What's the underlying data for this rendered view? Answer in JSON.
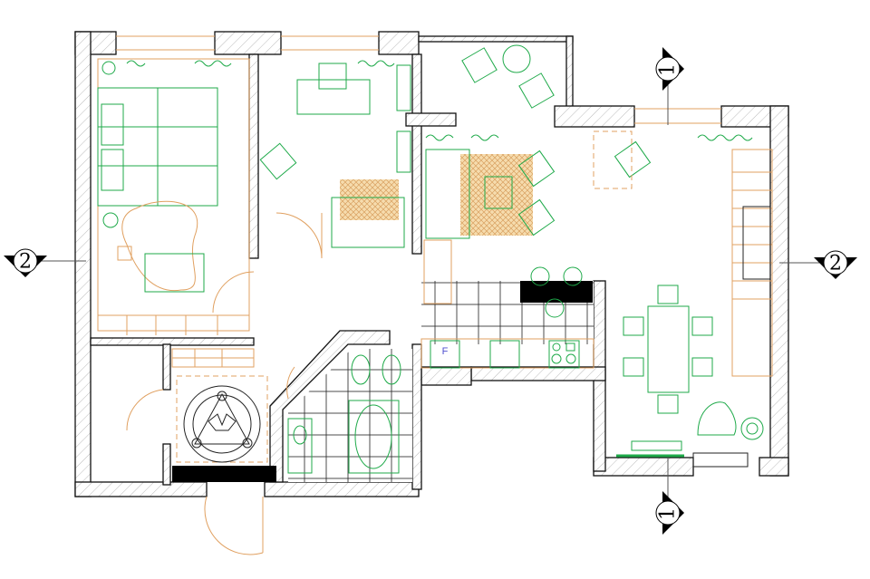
{
  "plan": {
    "section_markers": [
      {
        "id": "left",
        "label": "2"
      },
      {
        "id": "right",
        "label": "2"
      },
      {
        "id": "top",
        "label": "1"
      },
      {
        "id": "bottom",
        "label": "1"
      }
    ],
    "fridge_label": "F",
    "colors": {
      "walls": "#111111",
      "furniture": "#1faa4a",
      "doors": "#e0a060",
      "floor_text": "#5050d0"
    }
  }
}
